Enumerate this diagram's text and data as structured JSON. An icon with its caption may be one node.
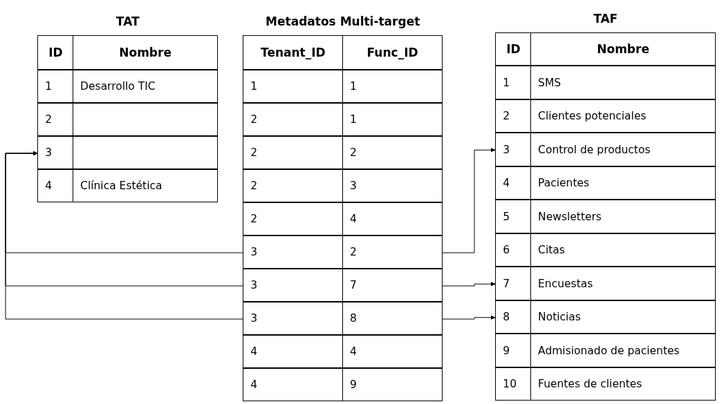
{
  "diagram": {
    "nodes": [
      {
        "text": [
          "TAT"
        ]
      },
      {
        "text": [
          "ID",
          "Nombre"
        ],
        "in": 0
      },
      {
        "text": [
          "1",
          "Desarrollo TIC"
        ],
        "in": 0
      },
      {
        "text": [
          "2"
        ],
        "in": 0
      },
      {
        "text": [
          "3"
        ],
        "in": 0
      },
      {
        "text": [
          "4",
          "Clínica Estética"
        ],
        "in": 0
      },
      {
        "text": [
          "Metadatos Multi-target"
        ]
      },
      {
        "text": [
          "Tenant_ID",
          "Func_ID"
        ],
        "in": 6
      },
      {
        "text": [
          "1",
          "1"
        ],
        "in": 6
      },
      {
        "text": [
          "2",
          "1"
        ],
        "in": 6
      },
      {
        "text": [
          "2",
          "2"
        ],
        "in": 6
      },
      {
        "text": [
          "2",
          "3"
        ],
        "in": 6
      },
      {
        "text": [
          "2",
          "4"
        ],
        "in": 6
      },
      {
        "text": [
          "3",
          "2"
        ],
        "in": 6
      },
      {
        "text": [
          "3",
          "7"
        ],
        "in": 6
      },
      {
        "text": [
          "3",
          "8"
        ],
        "in": 6
      },
      {
        "text": [
          "4",
          "4"
        ],
        "in": 6
      },
      {
        "text": [
          "4",
          "9"
        ],
        "in": 6
      },
      {
        "text": [
          "TAF"
        ]
      },
      {
        "text": [
          "ID",
          "Nombre"
        ],
        "in": 18
      },
      {
        "text": [
          "1",
          "SMS"
        ],
        "in": 18
      },
      {
        "text": [
          "2",
          "Clientes potenciales"
        ],
        "in": 18
      },
      {
        "text": [
          "3",
          "Control de productos"
        ],
        "in": 18
      },
      {
        "text": [
          "4",
          "Pacientes"
        ],
        "in": 18
      },
      {
        "text": [
          "5",
          "Newsletters"
        ],
        "in": 18
      },
      {
        "text": [
          "6",
          "Citas"
        ],
        "in": 18
      },
      {
        "text": [
          "7",
          "Encuestas"
        ],
        "in": 18
      },
      {
        "text": [
          "8",
          "Noticias"
        ],
        "in": 18
      },
      {
        "text": [
          "9",
          "Admisionado de pacientes"
        ],
        "in": 18
      },
      {
        "text": [
          "10",
          "Fuentes de clientes"
        ],
        "in": 18
      }
    ],
    "edges": [
      {
        "from": 13,
        "to": 4,
        "arrow": "to"
      },
      {
        "from": 14,
        "to": 4,
        "arrow": "to"
      },
      {
        "from": 15,
        "to": 4,
        "arrow": "to"
      },
      {
        "from": 13,
        "to": 22,
        "arrow": "to"
      },
      {
        "from": 14,
        "to": 26,
        "arrow": "to"
      },
      {
        "from": 15,
        "to": 27,
        "arrow": "to"
      }
    ]
  }
}
